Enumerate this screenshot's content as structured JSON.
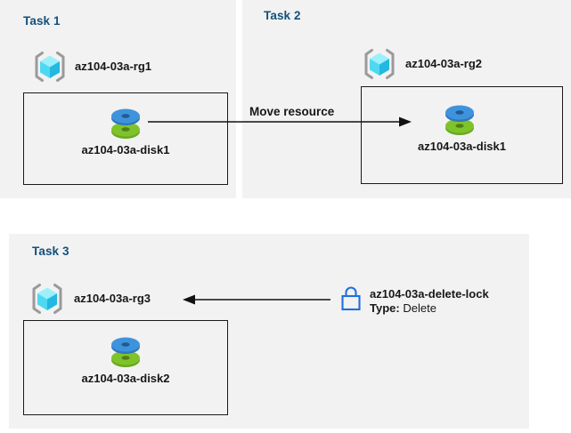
{
  "diagram": {
    "title": "Azure resource group tasks diagram",
    "background": "#ffffff",
    "panel_background": "#f2f2f2",
    "heading_color": "#12507b",
    "text_color": "#171717",
    "lock_color": "#1e6fe0",
    "disk_blue": "#3f8fd8",
    "disk_green": "#7ab829",
    "cube_cyan": "#7fe9fb",
    "bracket_gray": "#9a9a9a"
  },
  "panels": [
    {
      "id": "task1",
      "title": "Task 1",
      "resource_group": {
        "icon": "resource-group-icon",
        "label": "az104-03a-rg1"
      },
      "resource": {
        "icon": "managed-disk-icon",
        "label": "az104-03a-disk1"
      }
    },
    {
      "id": "task2",
      "title": "Task 2",
      "resource_group": {
        "icon": "resource-group-icon",
        "label": "az104-03a-rg2"
      },
      "resource": {
        "icon": "managed-disk-icon",
        "label": "az104-03a-disk1"
      }
    },
    {
      "id": "task3",
      "title": "Task 3",
      "resource_group": {
        "icon": "resource-group-icon",
        "label": "az104-03a-rg3"
      },
      "resource": {
        "icon": "managed-disk-icon",
        "label": "az104-03a-disk2"
      }
    }
  ],
  "connectors": [
    {
      "id": "move-resource",
      "label": "Move resource",
      "direction": "right",
      "from": "az104-03a-disk1 (Task 1)",
      "to": "az104-03a-disk1 (Task 2)"
    },
    {
      "id": "delete-lock-applies-to",
      "label": "",
      "direction": "left",
      "from": "az104-03a-delete-lock",
      "to": "az104-03a-rg3"
    }
  ],
  "lock": {
    "icon": "lock-icon",
    "name": "az104-03a-delete-lock",
    "type_key": "Type:",
    "type_value": "Delete"
  }
}
